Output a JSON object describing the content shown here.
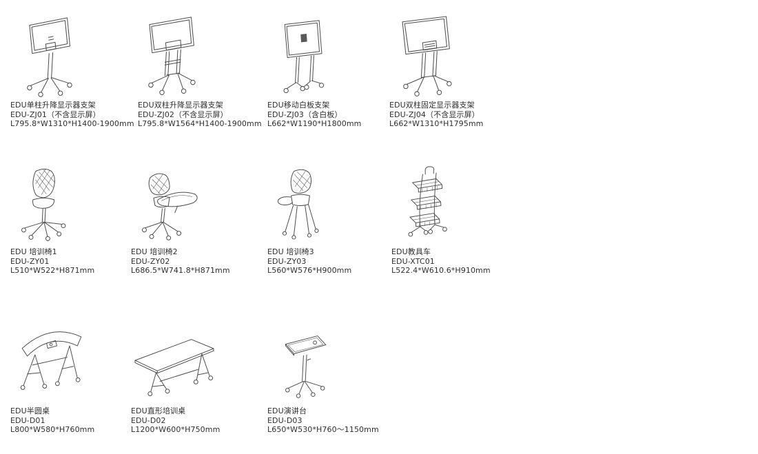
{
  "page": {
    "background": "#ffffff",
    "text_color": "#2e2e2e"
  },
  "products": [
    {
      "name": "EDU单柱升降显示器支架",
      "model": "EDU-ZJ01（不含显示屏）",
      "size": "L795.8*W1310*H1400-1900mm",
      "illustration": "single-column-lift-monitor-stand"
    },
    {
      "name": "EDU双柱升降显示器支架",
      "model": "EDU-ZJ02（不含显示屏）",
      "size": "L795.8*W1564*H1400-1900mm",
      "illustration": "dual-column-lift-monitor-stand"
    },
    {
      "name": "EDU移动白板支架",
      "model": "EDU-ZJ03（含白板）",
      "size": "L662*W1190*H1800mm",
      "illustration": "mobile-whiteboard-stand"
    },
    {
      "name": "EDU双柱固定显示器支架",
      "model": "EDU-ZJ04（不含显示屏）",
      "size": "L662*W1310*H1795mm",
      "illustration": "dual-column-fixed-monitor-stand"
    },
    {
      "name": "EDU 培训椅1",
      "model": "EDU-ZY01",
      "size": "L510*W522*H871mm",
      "illustration": "training-chair-1"
    },
    {
      "name": "EDU 培训椅2",
      "model": "EDU-ZY02",
      "size": "L686.5*W741.8*H871mm",
      "illustration": "training-chair-2-with-tablet"
    },
    {
      "name": "EDU 培训椅3",
      "model": "EDU-ZY03",
      "size": "L560*W576*H900mm",
      "illustration": "training-chair-3-with-tablet"
    },
    {
      "name": "EDU教具车",
      "model": "EDU-XTC01",
      "size": "L522.4*W610.6*H910mm",
      "illustration": "teaching-aid-cart"
    },
    {
      "name": "EDU半圆桌",
      "model": "EDU-D01",
      "size": "L800*W580*H760mm",
      "illustration": "half-round-folding-table"
    },
    {
      "name": "EDU直形培训桌",
      "model": "EDU-D02",
      "size": "L1200*W600*H750mm",
      "illustration": "straight-training-table"
    },
    {
      "name": "EDU演讲台",
      "model": "EDU-D03",
      "size": "L650*W530*H760～1150mm",
      "illustration": "lectern"
    }
  ]
}
